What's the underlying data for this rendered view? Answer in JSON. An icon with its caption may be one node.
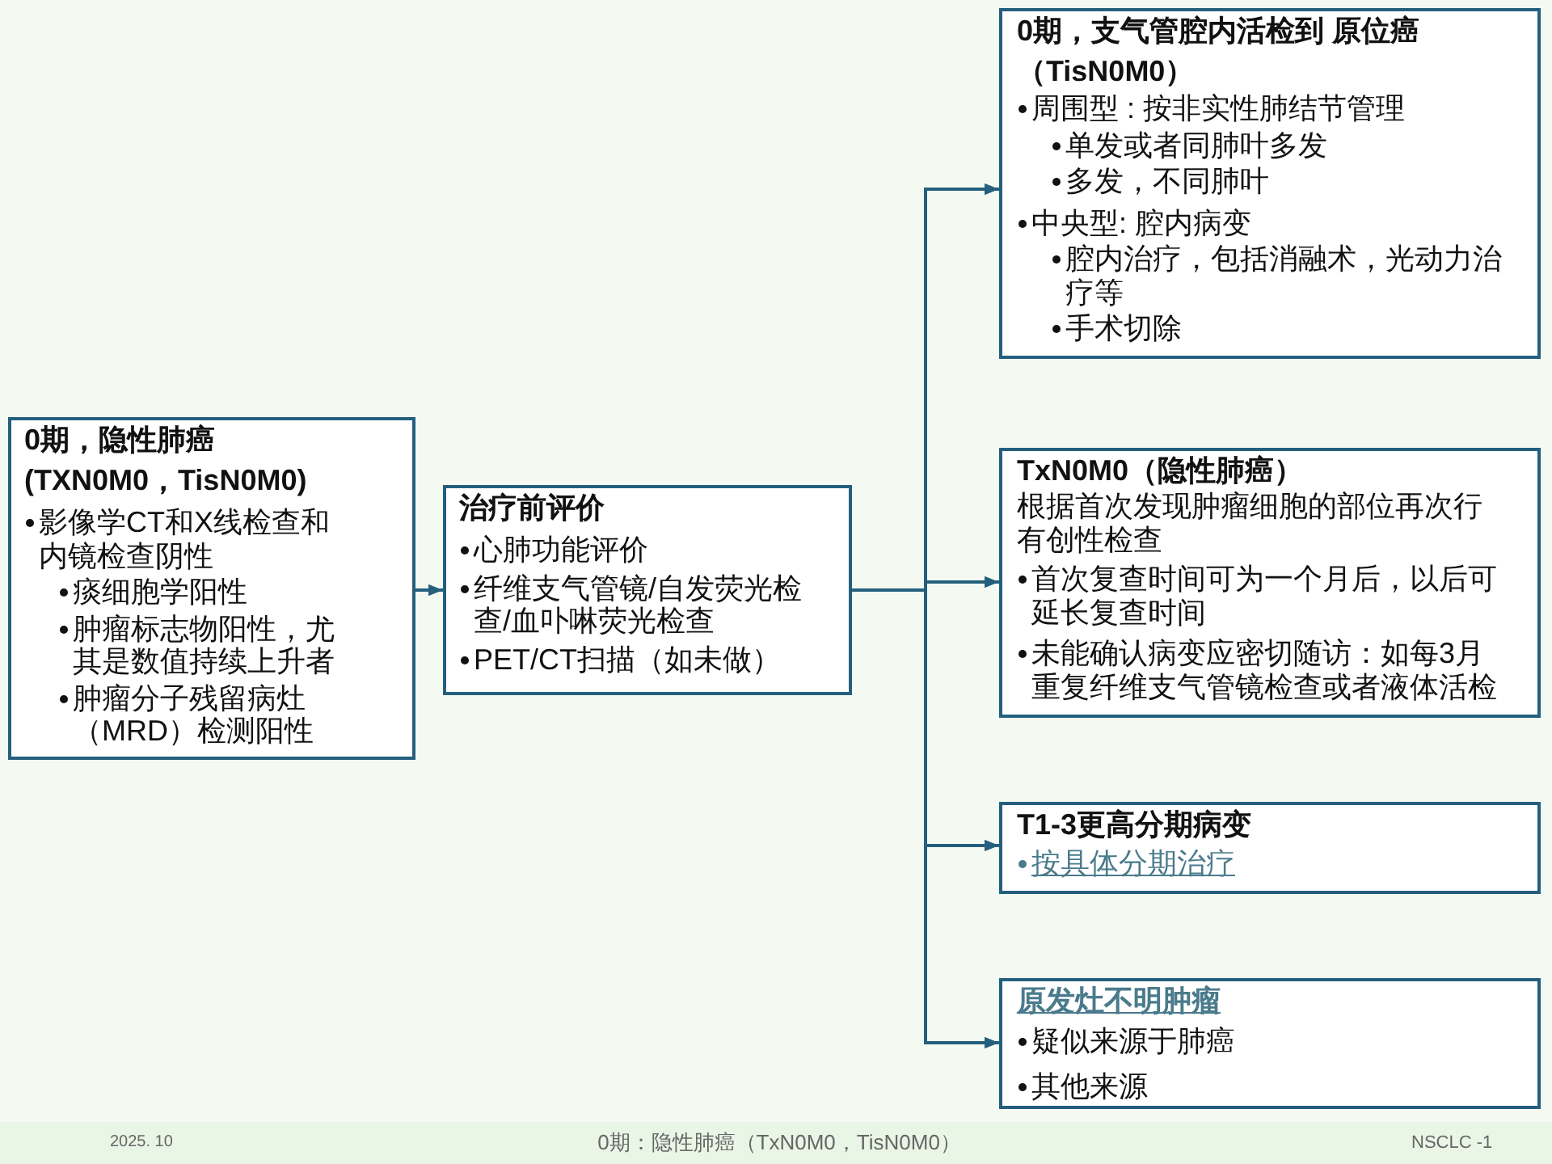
{
  "diagram": {
    "nodes": [
      {
        "text": [
          "0期，隐性肺癌(TXN0M0，TisN0M0)",
          "影像学CT和X线检查和内镜检查阴性",
          "痰细胞学阳性",
          "肿瘤标志物阳性，尤其是数值持续上升者",
          "肿瘤分子残留病灶（MRD）检测阳性"
        ]
      },
      {
        "text": [
          "治疗前评价",
          "心肺功能评价",
          "纤维支气管镜/自发荧光检查/血卟啉荧光检查",
          "PET/CT扫描（如未做）"
        ]
      },
      {
        "text": [
          "0期，支气管腔内活检到 原位癌（TisN0M0）",
          "周围型 : 按非实性肺结节管理",
          "单发或者同肺叶多发",
          "多发，不同肺叶",
          "中央型: 腔内病变",
          "腔内治疗，包括消融术，光动力治疗等",
          "手术切除"
        ]
      },
      {
        "text": [
          "TxN0M0（隐性肺癌）",
          "根据首次发现肿瘤细胞的部位再次行有创性检查",
          "首次复查时间可为一个月后，以后可延长复查时间",
          "未能确认病变应密切随访：如每3月重复纤维支气管镜检查或者液体活检"
        ]
      },
      {
        "text": [
          "T1-3更高分期病变",
          "按具体分期治疗"
        ]
      },
      {
        "text": [
          "原发灶不明肿瘤",
          "疑似来源于肺癌",
          "其他来源"
        ]
      }
    ],
    "edges": [
      {
        "from": 0,
        "to": 1,
        "arrow": "to"
      },
      {
        "from": 1,
        "to": 2,
        "arrow": "to"
      },
      {
        "from": 1,
        "to": 3,
        "arrow": "to"
      },
      {
        "from": 1,
        "to": 4,
        "arrow": "to"
      },
      {
        "from": 1,
        "to": 5,
        "arrow": "to"
      }
    ],
    "labels": [
      "2025. 10",
      "0期：隐性肺癌（TxN0M0，TisN0M0）",
      "NSCLC -1"
    ]
  }
}
